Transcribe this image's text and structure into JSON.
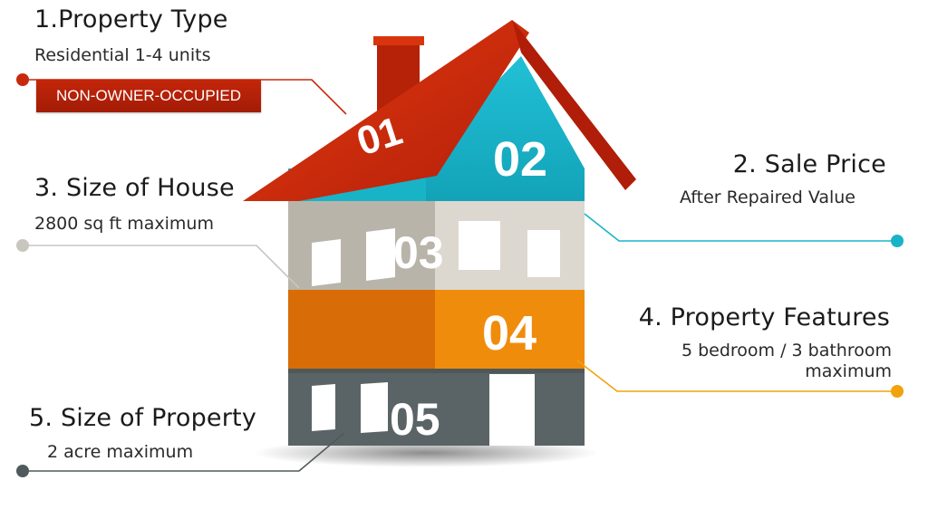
{
  "colors": {
    "roof": "#c8290c",
    "gable": "#19b3c8",
    "band_light": "#dcd8cf",
    "band_orange": "#f08c0c",
    "band_dark": "#5a6466",
    "dot_1": "#c8290c",
    "dot_2": "#19b3c8",
    "dot_3": "#c9c6c0",
    "dot_4": "#f2a20c",
    "dot_5": "#4f5a5c"
  },
  "house_numbers": [
    "01",
    "02",
    "03",
    "04",
    "05"
  ],
  "callouts": [
    {
      "title": "1.Property Type",
      "subtitle": "Residential 1-4 units",
      "badge": "NON-OWNER-OCCUPIED"
    },
    {
      "title": "2. Sale Price",
      "subtitle": "After Repaired Value"
    },
    {
      "title": "3. Size of House",
      "subtitle": "2800 sq ft maximum"
    },
    {
      "title": "4. Property Features",
      "subtitle_line1": "5 bedroom / 3 bathroom",
      "subtitle_line2": "maximum"
    },
    {
      "title": "5. Size of Property",
      "subtitle": "2 acre maximum"
    }
  ]
}
